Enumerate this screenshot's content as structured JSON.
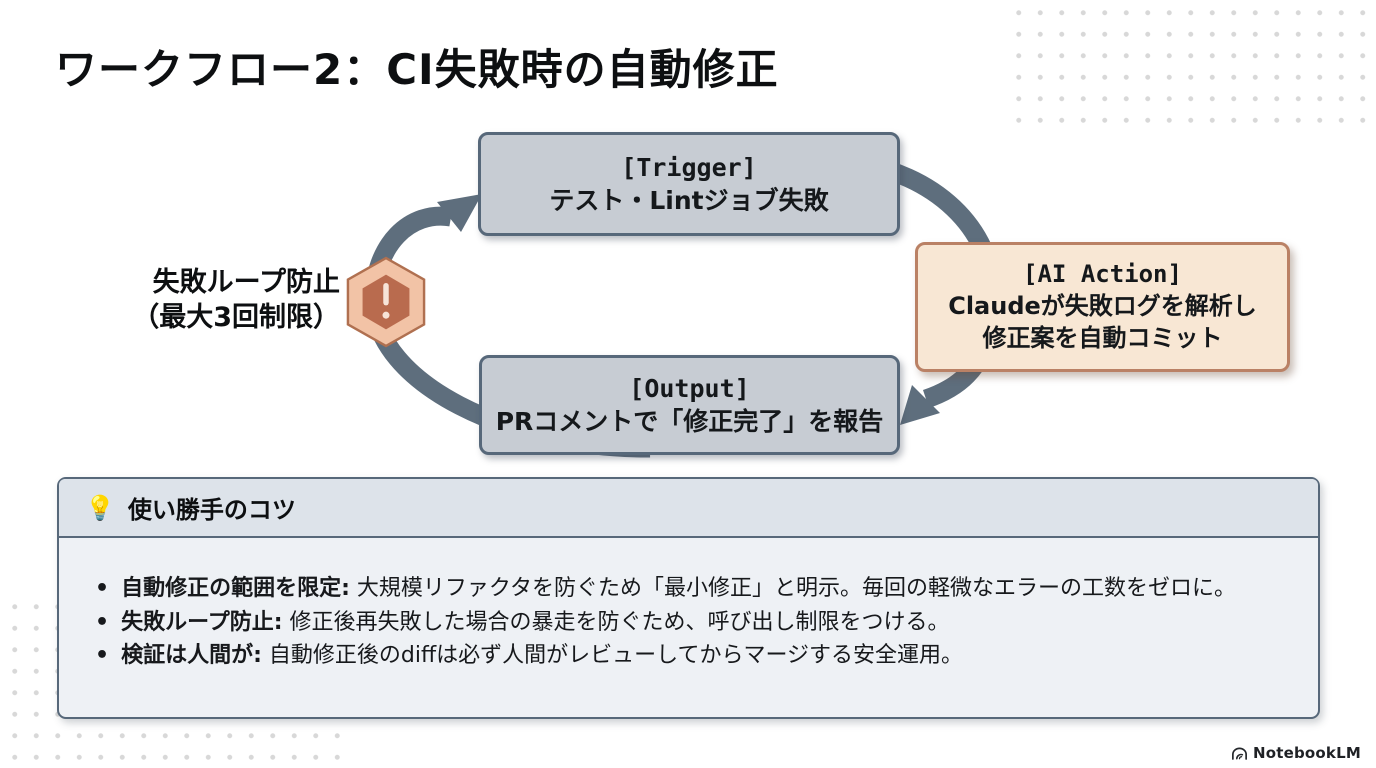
{
  "title": "ワークフロー2：CI失敗時の自動修正",
  "flow": {
    "trigger": {
      "tag": "[Trigger]",
      "text": "テスト・Lintジョブ失敗"
    },
    "ai_action": {
      "tag": "[AI Action]",
      "line1": "Claudeが失敗ログを解析し",
      "line2": "修正案を自動コミット"
    },
    "output": {
      "tag": "[Output]",
      "text": "PRコメントで「修正完了」を報告"
    },
    "loop_label": {
      "line1": "失敗ループ防止",
      "line2": "（最大3回制限）"
    },
    "warning_icon": "hexagon-exclamation-icon"
  },
  "tips": {
    "icon": "💡",
    "title": "使い勝手のコツ",
    "bullet": "•",
    "items": [
      {
        "lead": "自動修正の範囲を限定:",
        "text": " 大規模リファクタを防ぐため「最小修正」と明示。毎回の軽微なエラーの工数をゼロに。"
      },
      {
        "lead": "失敗ループ防止:",
        "text": " 修正後再失敗した場合の暴走を防ぐため、呼び出し制限をつける。"
      },
      {
        "lead": "検証は人間が:",
        "text": " 自動修正後のdiffは必ず人間がレビューしてからマージする安全運用。"
      }
    ]
  },
  "footer": {
    "brand": "NotebookLM"
  },
  "colors": {
    "arrow": "#5e6e7d",
    "box_gray_bg": "#c7ccd3",
    "box_gray_border": "#57687a",
    "box_peach_bg": "#f8e7d4",
    "box_peach_border": "#ba8165",
    "panel_bg": "#eef1f5",
    "panel_header_bg": "#dde3ea",
    "panel_border": "#57687a",
    "hex_outer_fill": "#f2c3a6",
    "hex_outer_border": "#b07050",
    "hex_inner_fill": "#b96b4e",
    "hex_mark": "#f7e4d8",
    "dot_grid": "#d8d8d8"
  }
}
